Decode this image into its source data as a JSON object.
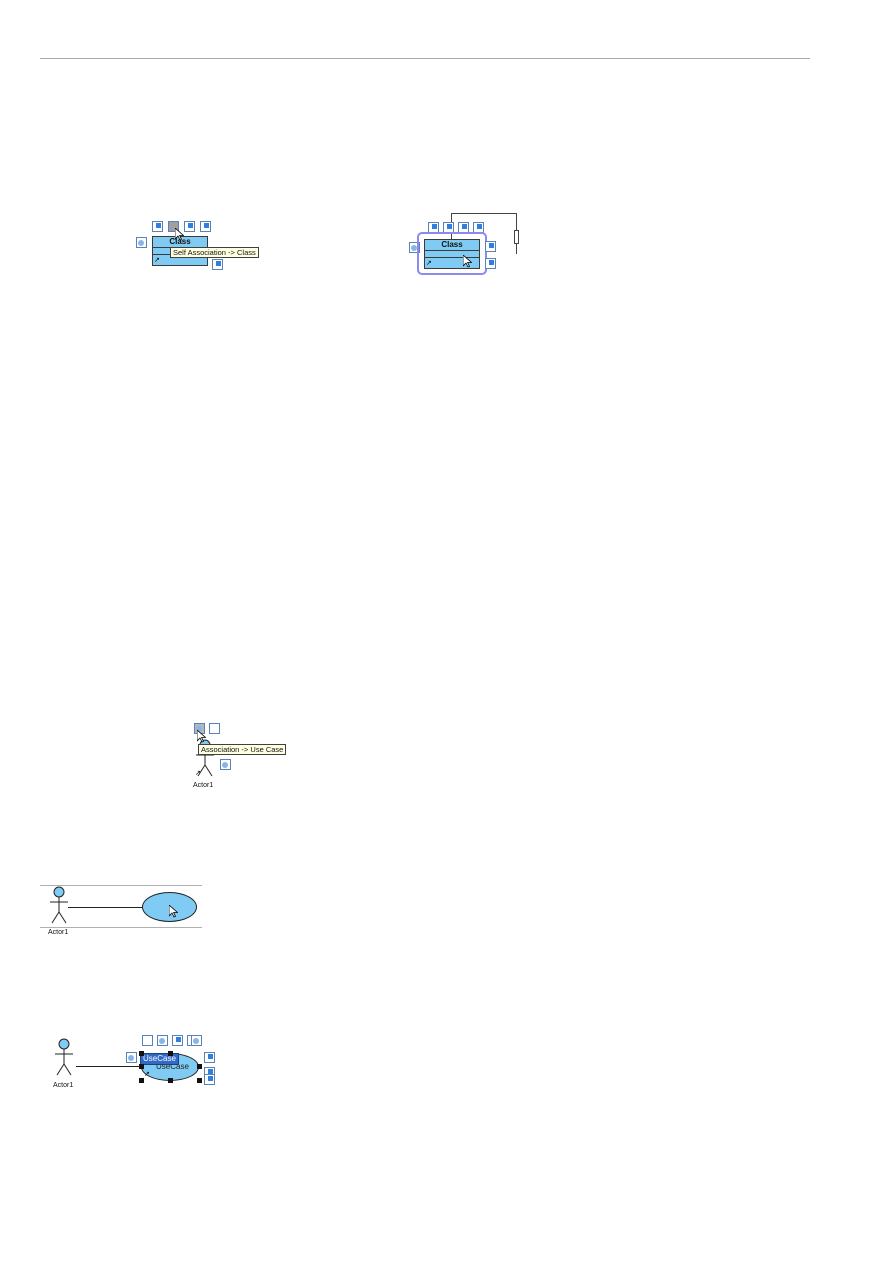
{
  "figures": {
    "fig1": {
      "class_name": "Class",
      "tooltip": "Self Association -> Class"
    },
    "fig2": {
      "class_name": "Class"
    },
    "fig3": {
      "tooltip": "Association -> Use Case",
      "actor_name": "Actor1"
    },
    "fig4": {
      "actor_name": "Actor1"
    },
    "fig5": {
      "actor_name": "Actor1",
      "edit_text": "UseCase",
      "usecase_name": "UseCase"
    }
  },
  "colors": {
    "class_fill": "#80cbf3",
    "selection": "#8a8af0",
    "tooltip_bg": "#ffffe1",
    "edit_bg": "#316ac5",
    "rule": "#a8a8a8"
  },
  "icons": [
    "resource-catalog-icon",
    "association-icon",
    "self-association-icon",
    "resize-icon",
    "mouse-cursor-icon"
  ]
}
